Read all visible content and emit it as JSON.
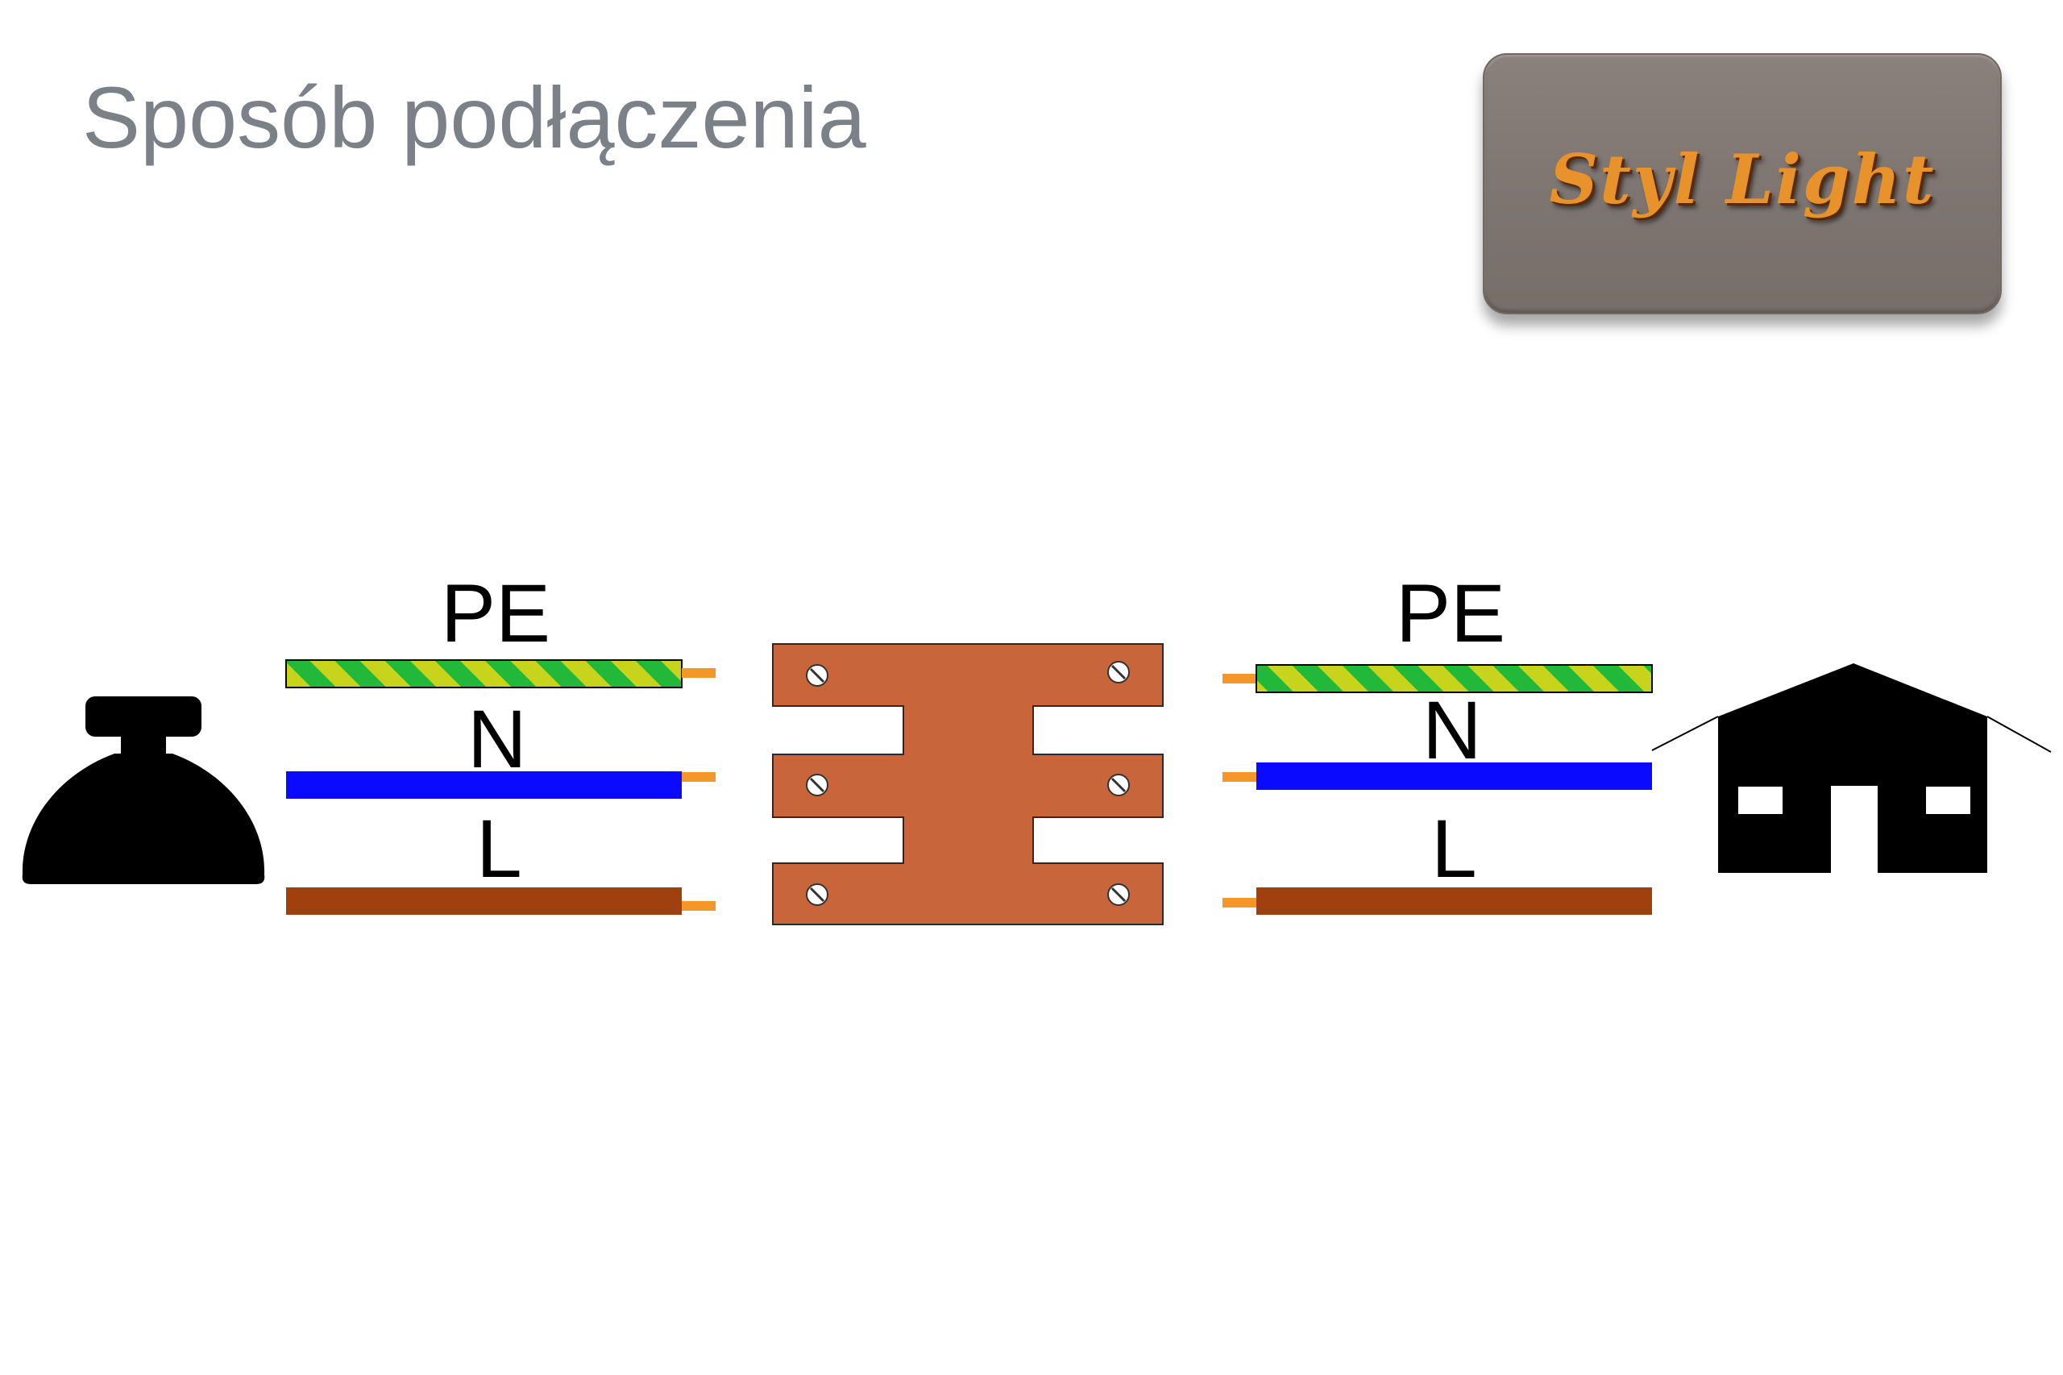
{
  "title": "Sposób podłączenia",
  "logo": {
    "text": "Styl Light"
  },
  "left_wires": {
    "pe": "PE",
    "n": "N",
    "l": "L"
  },
  "right_wires": {
    "pe": "PE",
    "n": "N",
    "l": "L"
  },
  "colors": {
    "pe_green": "#22b83a",
    "pe_yellow": "#c8d41c",
    "neutral_blue": "#0a0aff",
    "live_brown": "#a0400f",
    "wire_tip": "#f5962a",
    "terminal_block": "#c8653a",
    "icon_black": "#000000"
  },
  "icons": {
    "lamp": "ceiling-lamp-icon",
    "terminal": "terminal-block-icon",
    "house": "house-icon"
  }
}
